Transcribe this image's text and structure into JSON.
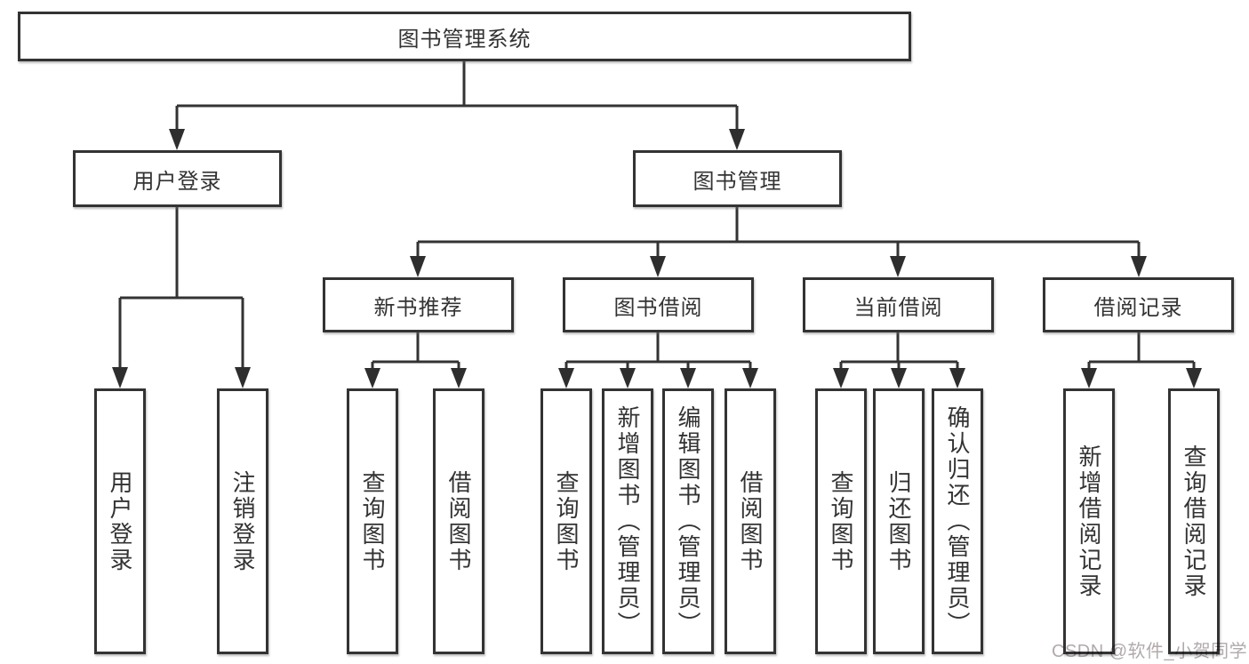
{
  "diagram": {
    "root": {
      "label": "图书管理系统"
    },
    "level1": [
      {
        "label": "用户登录"
      },
      {
        "label": "图书管理"
      }
    ],
    "level2": [
      {
        "label": "新书推荐",
        "parent": "图书管理"
      },
      {
        "label": "图书借阅",
        "parent": "图书管理"
      },
      {
        "label": "当前借阅",
        "parent": "图书管理"
      },
      {
        "label": "借阅记录",
        "parent": "图书管理"
      }
    ],
    "leaves": [
      {
        "label": "用户登录",
        "parent": "用户登录"
      },
      {
        "label": "注销登录",
        "parent": "用户登录"
      },
      {
        "label": "查询图书",
        "parent": "新书推荐"
      },
      {
        "label": "借阅图书",
        "parent": "新书推荐"
      },
      {
        "label": "查询图书",
        "parent": "图书借阅"
      },
      {
        "label": "新增图书（管理员）",
        "parent": "图书借阅"
      },
      {
        "label": "编辑图书（管理员）",
        "parent": "图书借阅"
      },
      {
        "label": "借阅图书",
        "parent": "图书借阅"
      },
      {
        "label": "查询图书",
        "parent": "当前借阅"
      },
      {
        "label": "归还图书",
        "parent": "当前借阅"
      },
      {
        "label": "确认归还（管理员）",
        "parent": "当前借阅"
      },
      {
        "label": "新增借阅记录",
        "parent": "借阅记录"
      },
      {
        "label": "查询借阅记录",
        "parent": "借阅记录"
      }
    ]
  },
  "colors": {
    "line": "#333333",
    "box_border": "#333333",
    "text": "#333333",
    "background": "#ffffff",
    "watermark": "#b2aaaa"
  },
  "watermark": {
    "text": "CSDN @软件_小贺同学"
  }
}
